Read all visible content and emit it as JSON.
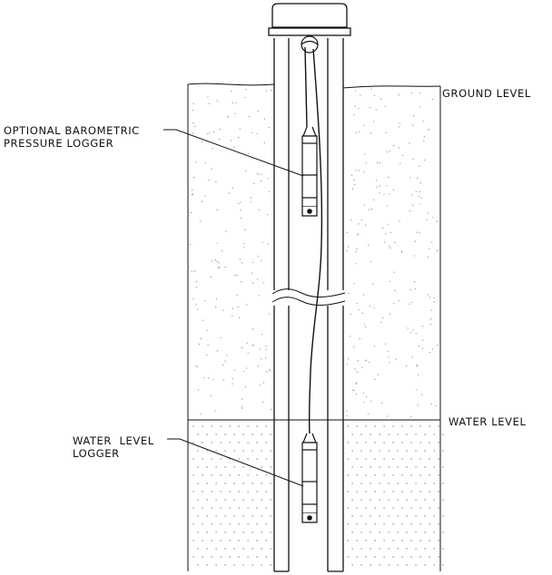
{
  "labels": {
    "ground_level": "GROUND LEVEL",
    "water_level": "WATER LEVEL",
    "baro_line1": "OPTIONAL BAROMETRIC",
    "baro_line2": "PRESSURE LOGGER",
    "water_logger_line1": "WATER  LEVEL",
    "water_logger_line2": "LOGGER"
  },
  "colors": {
    "line": "#111111",
    "soil_dot": "#8a8a8a",
    "water_dot": "#555555"
  }
}
